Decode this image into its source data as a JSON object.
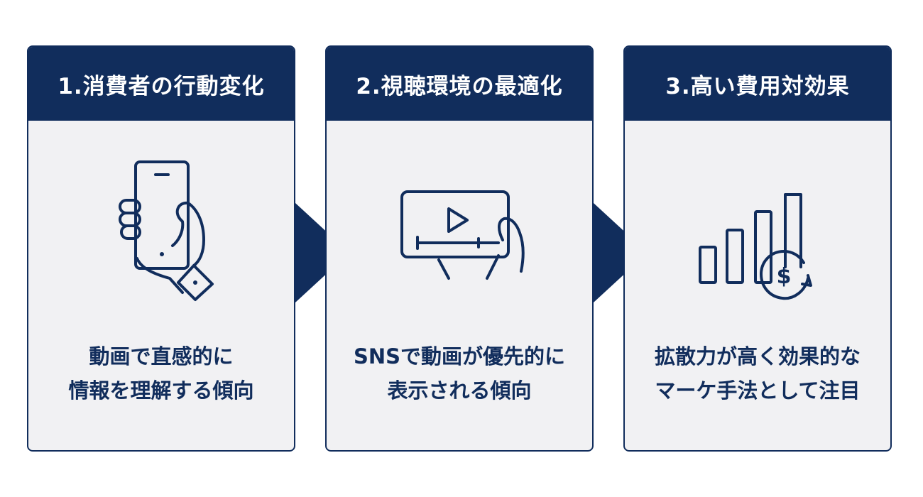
{
  "steps": [
    {
      "title": "1.消費者の行動変化",
      "icon": "hand-holding-smartphone-icon",
      "lines": [
        "動画で直感的に",
        "情報を理解する傾向"
      ]
    },
    {
      "title": "2.視聴環境の最適化",
      "icon": "hand-holding-video-player-icon",
      "lines": [
        "SNSで動画が優先的に",
        "表示される傾向"
      ]
    },
    {
      "title": "3.高い費用対効果",
      "icon": "bar-chart-dollar-growth-icon",
      "lines": [
        "拡散力が高く効果的な",
        "マーケ手法として注目"
      ]
    }
  ],
  "colors": {
    "navy": "#112d5c",
    "card_background": "#f1f1f3",
    "header_text": "#ffffff"
  }
}
